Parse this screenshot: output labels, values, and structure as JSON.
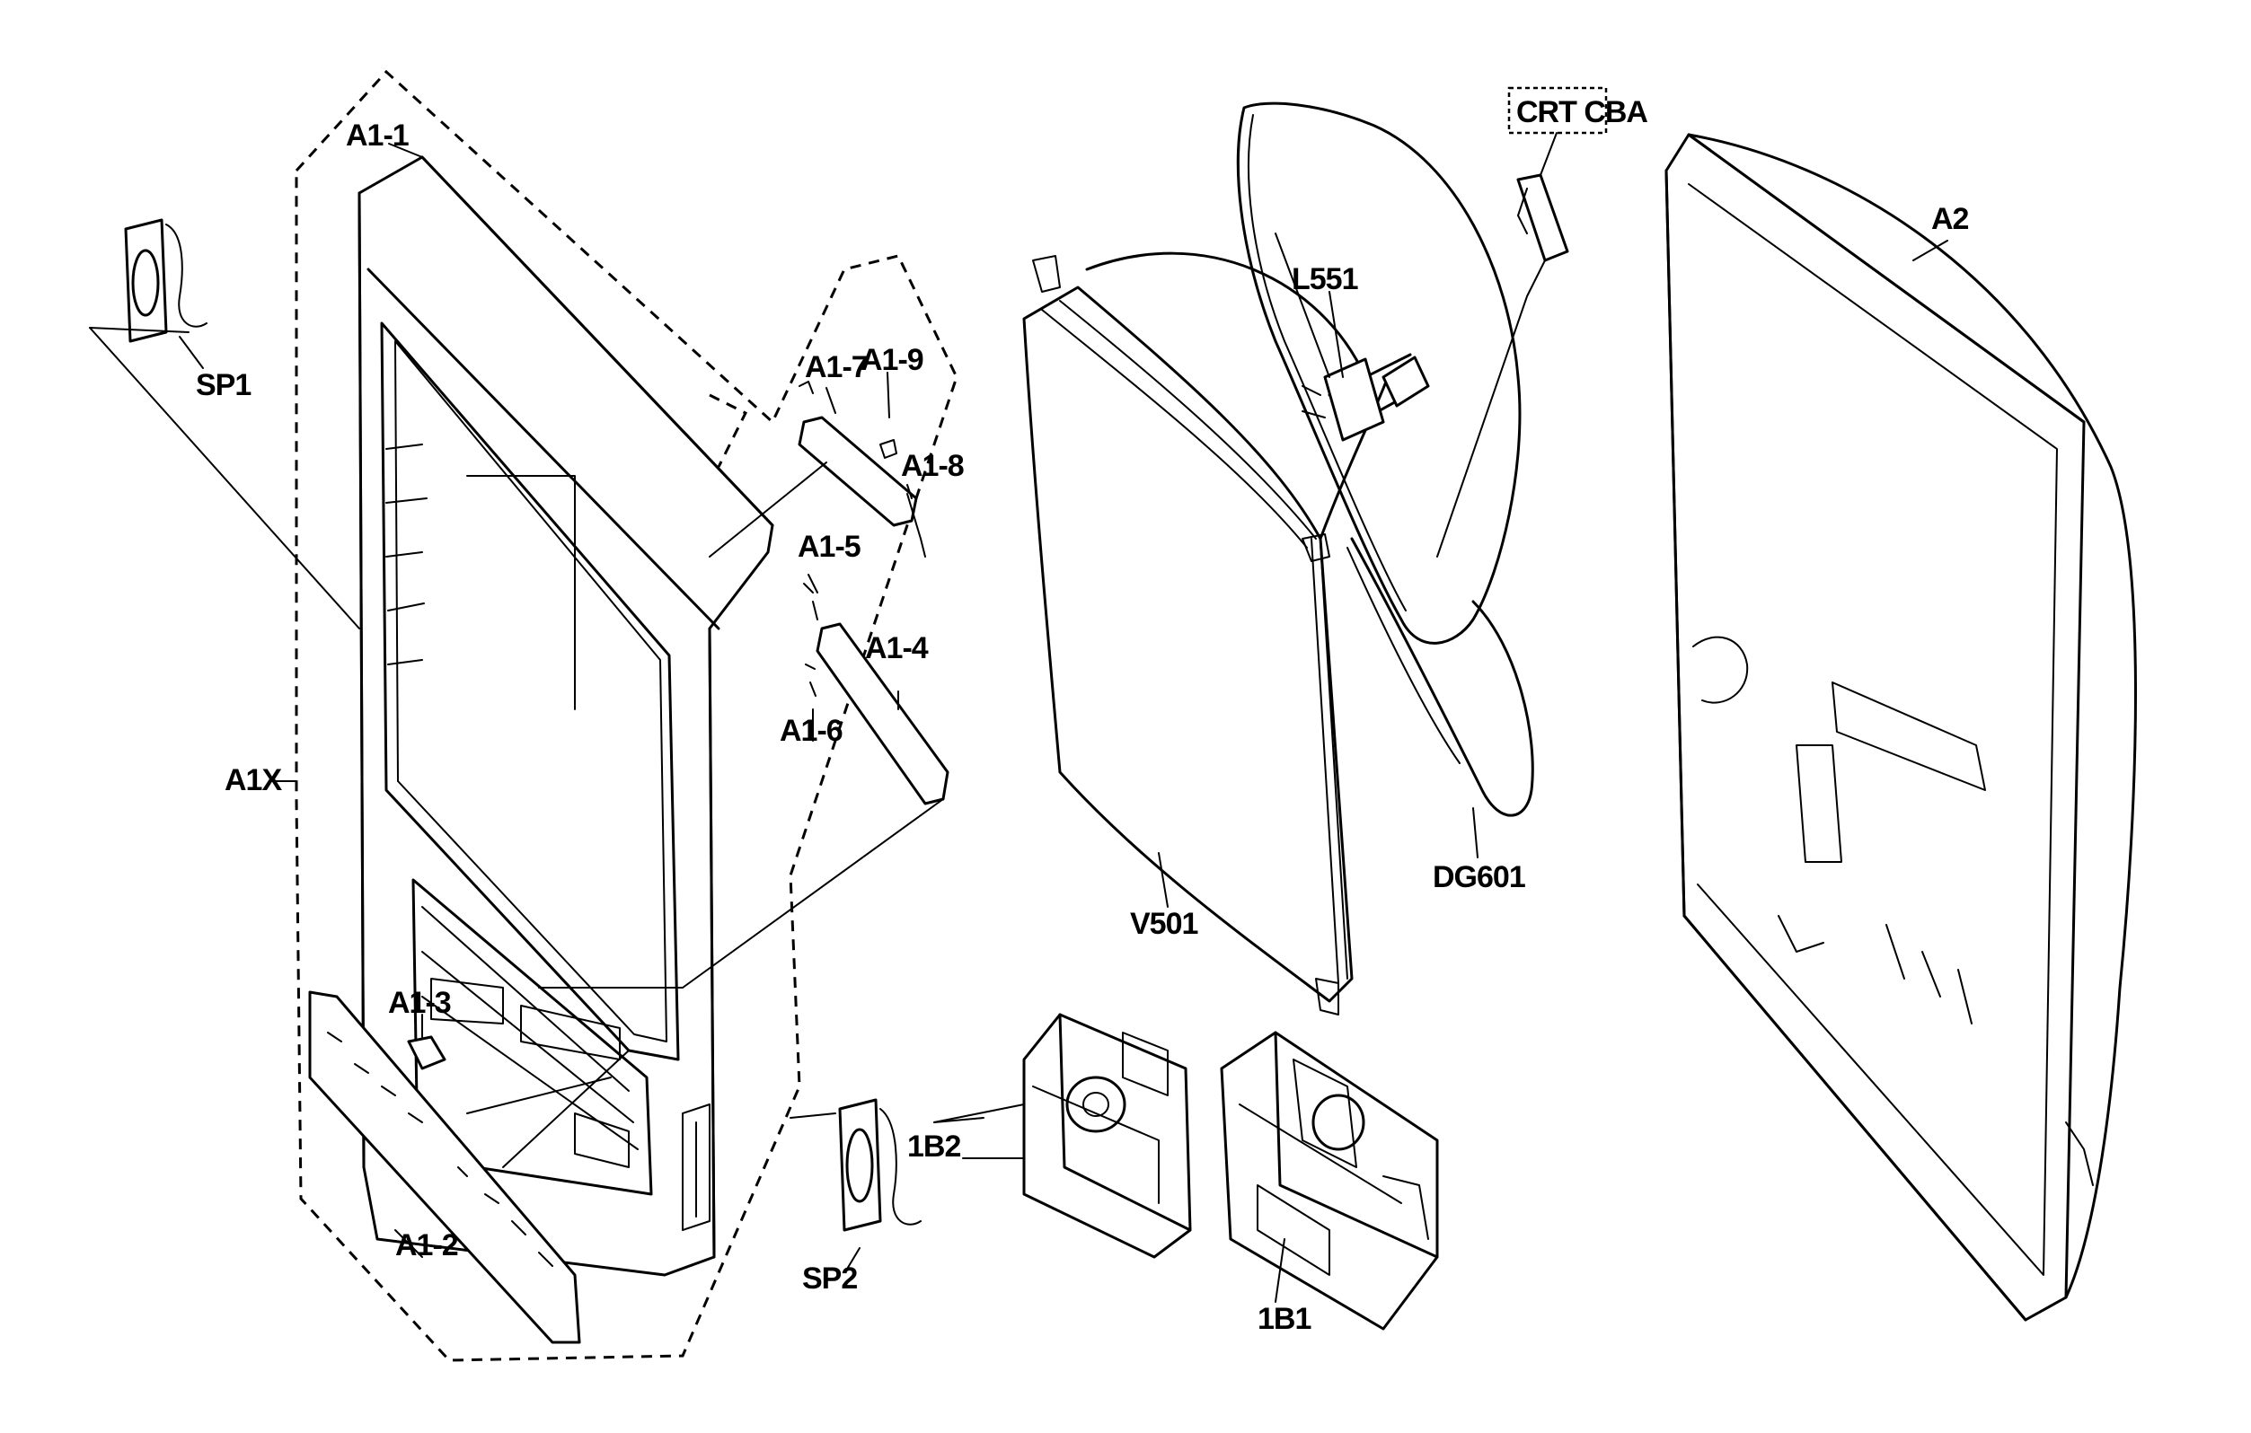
{
  "labels": {
    "a1_1": "A1-1",
    "a1_2": "A1-2",
    "a1_3": "A1-3",
    "a1_4": "A1-4",
    "a1_5": "A1-5",
    "a1_6": "A1-6",
    "a1_7": "A1-7",
    "a1_8": "A1-8",
    "a1_9": "A1-9",
    "a1x": "A1X",
    "sp1": "SP1",
    "sp2": "SP2",
    "v501": "V501",
    "l551": "L551",
    "dg601": "DG601",
    "crt_cba": "CRT CBA",
    "a2": "A2",
    "1b1": "1B1",
    "1b2": "1B2"
  }
}
